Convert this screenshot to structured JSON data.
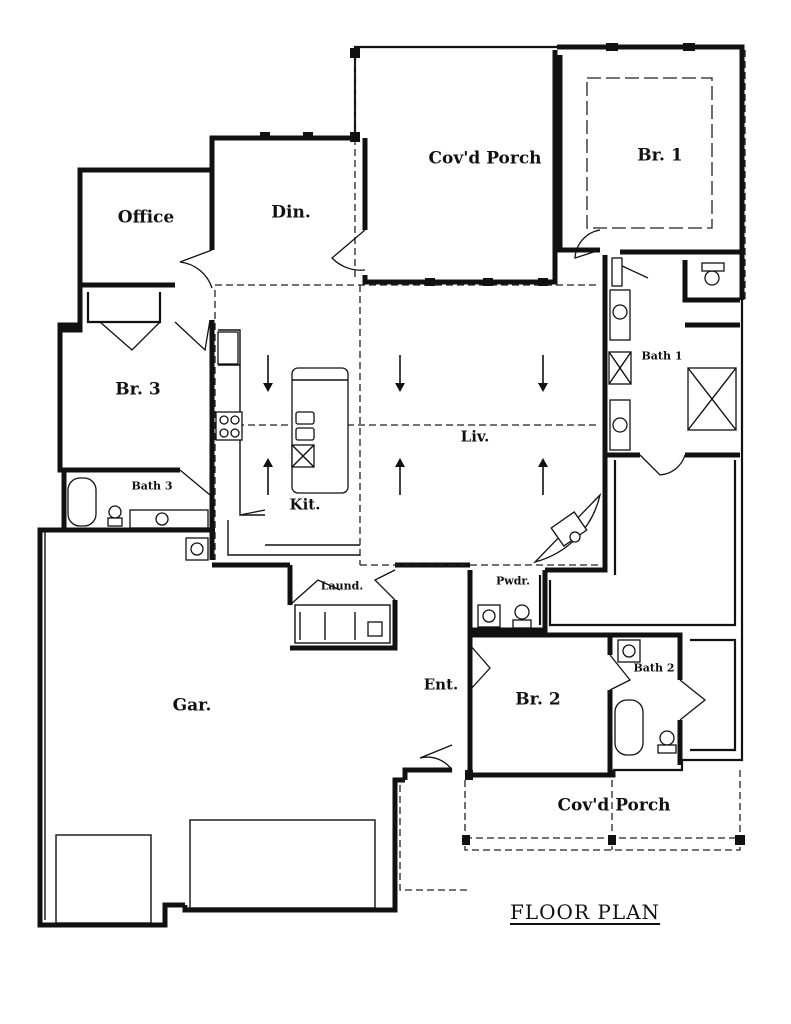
{
  "title": "FLOOR PLAN",
  "rooms": {
    "covd_porch_rear": "Cov'd Porch",
    "br1": "Br. 1",
    "office": "Office",
    "din": "Din.",
    "br3": "Br. 3",
    "bath1": "Bath 1",
    "bath3": "Bath 3",
    "liv": "Liv.",
    "kit": "Kit.",
    "laund": "Laund.",
    "pwdr": "Pwdr.",
    "gar": "Gar.",
    "ent": "Ent.",
    "br2": "Br. 2",
    "bath2": "Bath 2",
    "covd_porch_front": "Cov'd Porch"
  }
}
